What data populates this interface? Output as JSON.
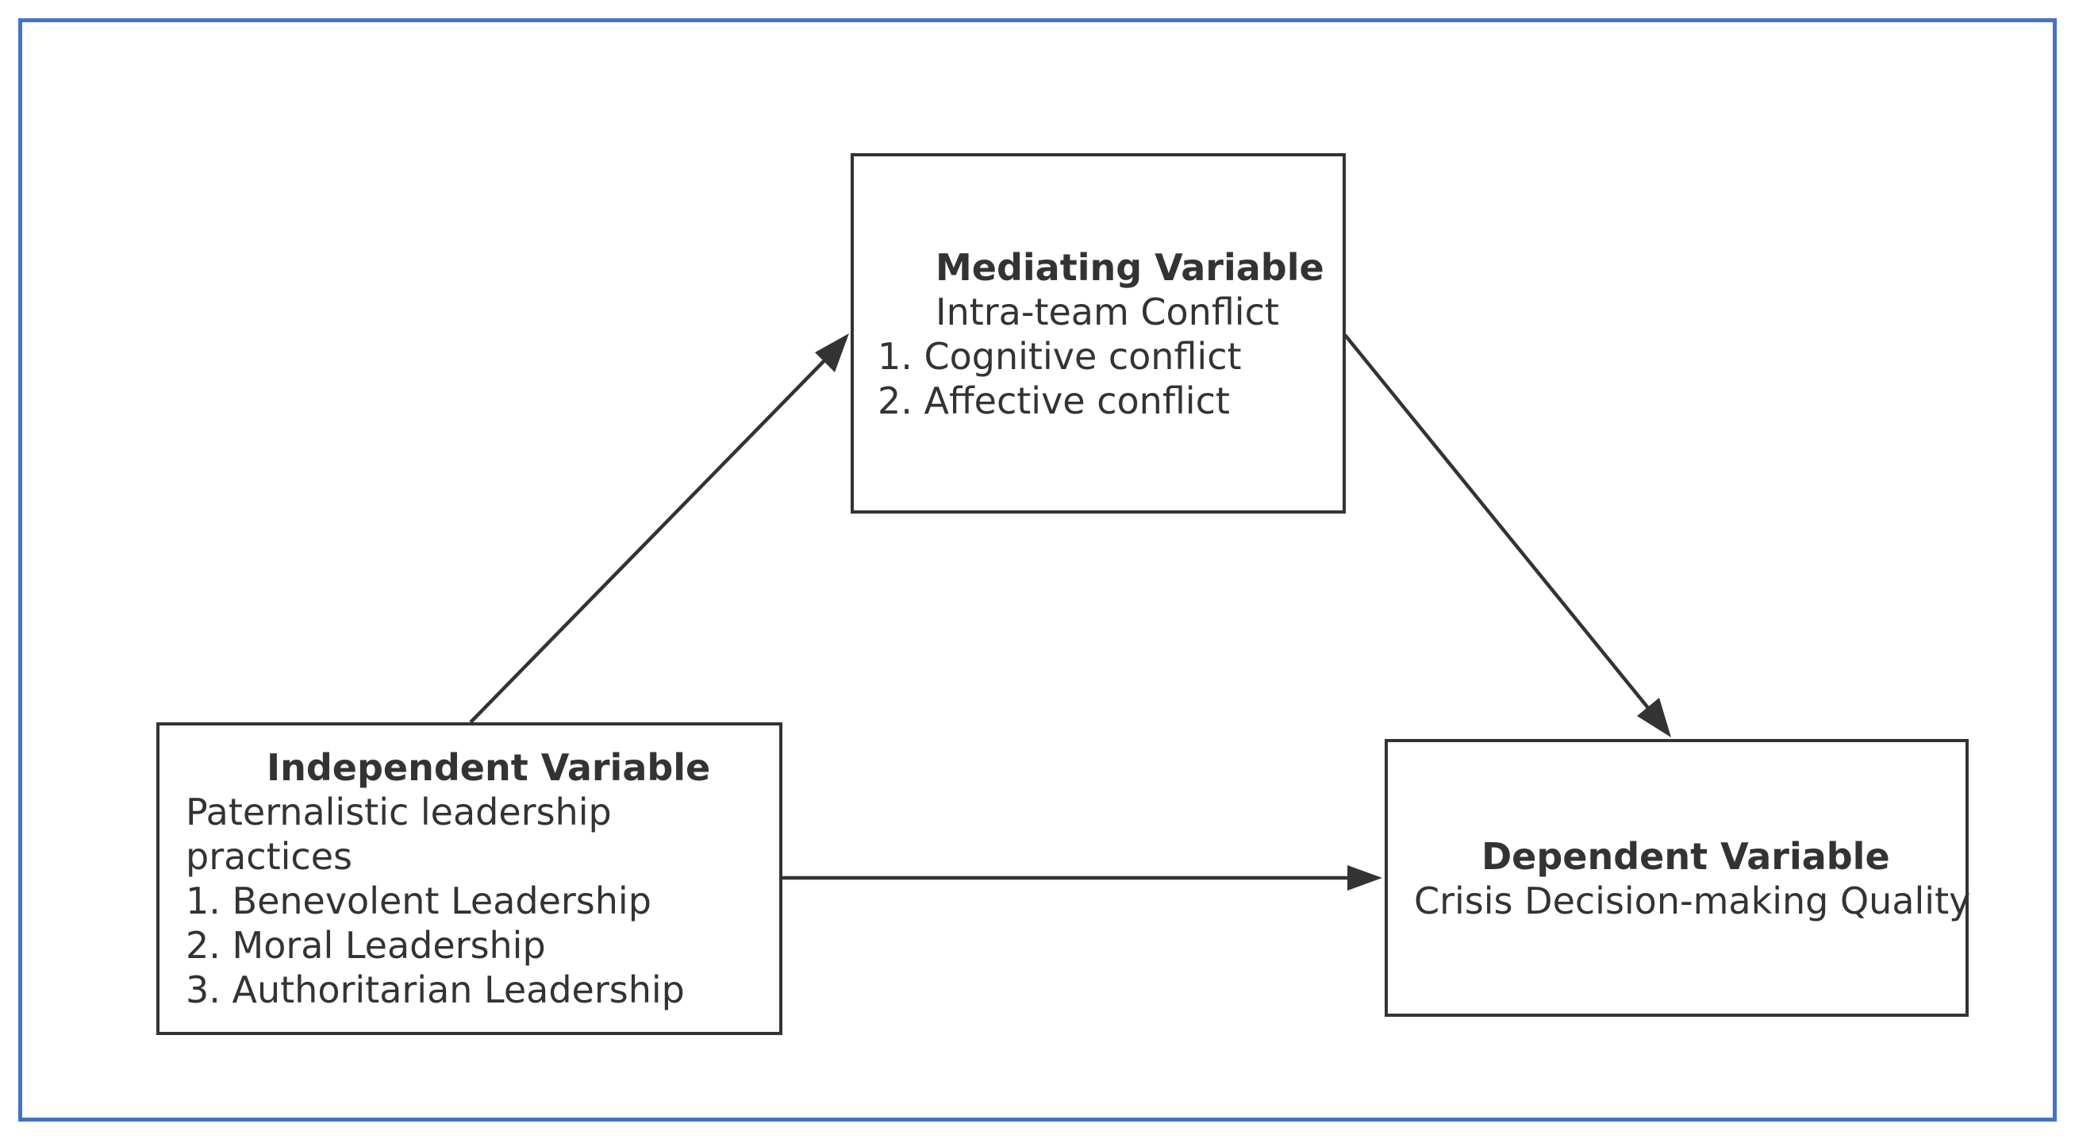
{
  "diagram": {
    "frame_color": "#4472c4",
    "stroke_color": "#333333",
    "mediating": {
      "title": "Mediating Variable",
      "subtitle": "Intra-team Conflict",
      "items": [
        "1. Cognitive conflict",
        "2. Affective conflict"
      ]
    },
    "independent": {
      "title": "Independent Variable",
      "subtitle_lines": [
        "Paternalistic leadership",
        "practices"
      ],
      "items": [
        "1. Benevolent Leadership",
        "2. Moral Leadership",
        "3. Authoritarian Leadership"
      ]
    },
    "dependent": {
      "title": "Dependent Variable",
      "subtitle": "Crisis Decision-making Quality"
    },
    "edges": [
      {
        "from": "independent",
        "to": "mediating"
      },
      {
        "from": "mediating",
        "to": "dependent"
      },
      {
        "from": "independent",
        "to": "dependent"
      }
    ]
  }
}
